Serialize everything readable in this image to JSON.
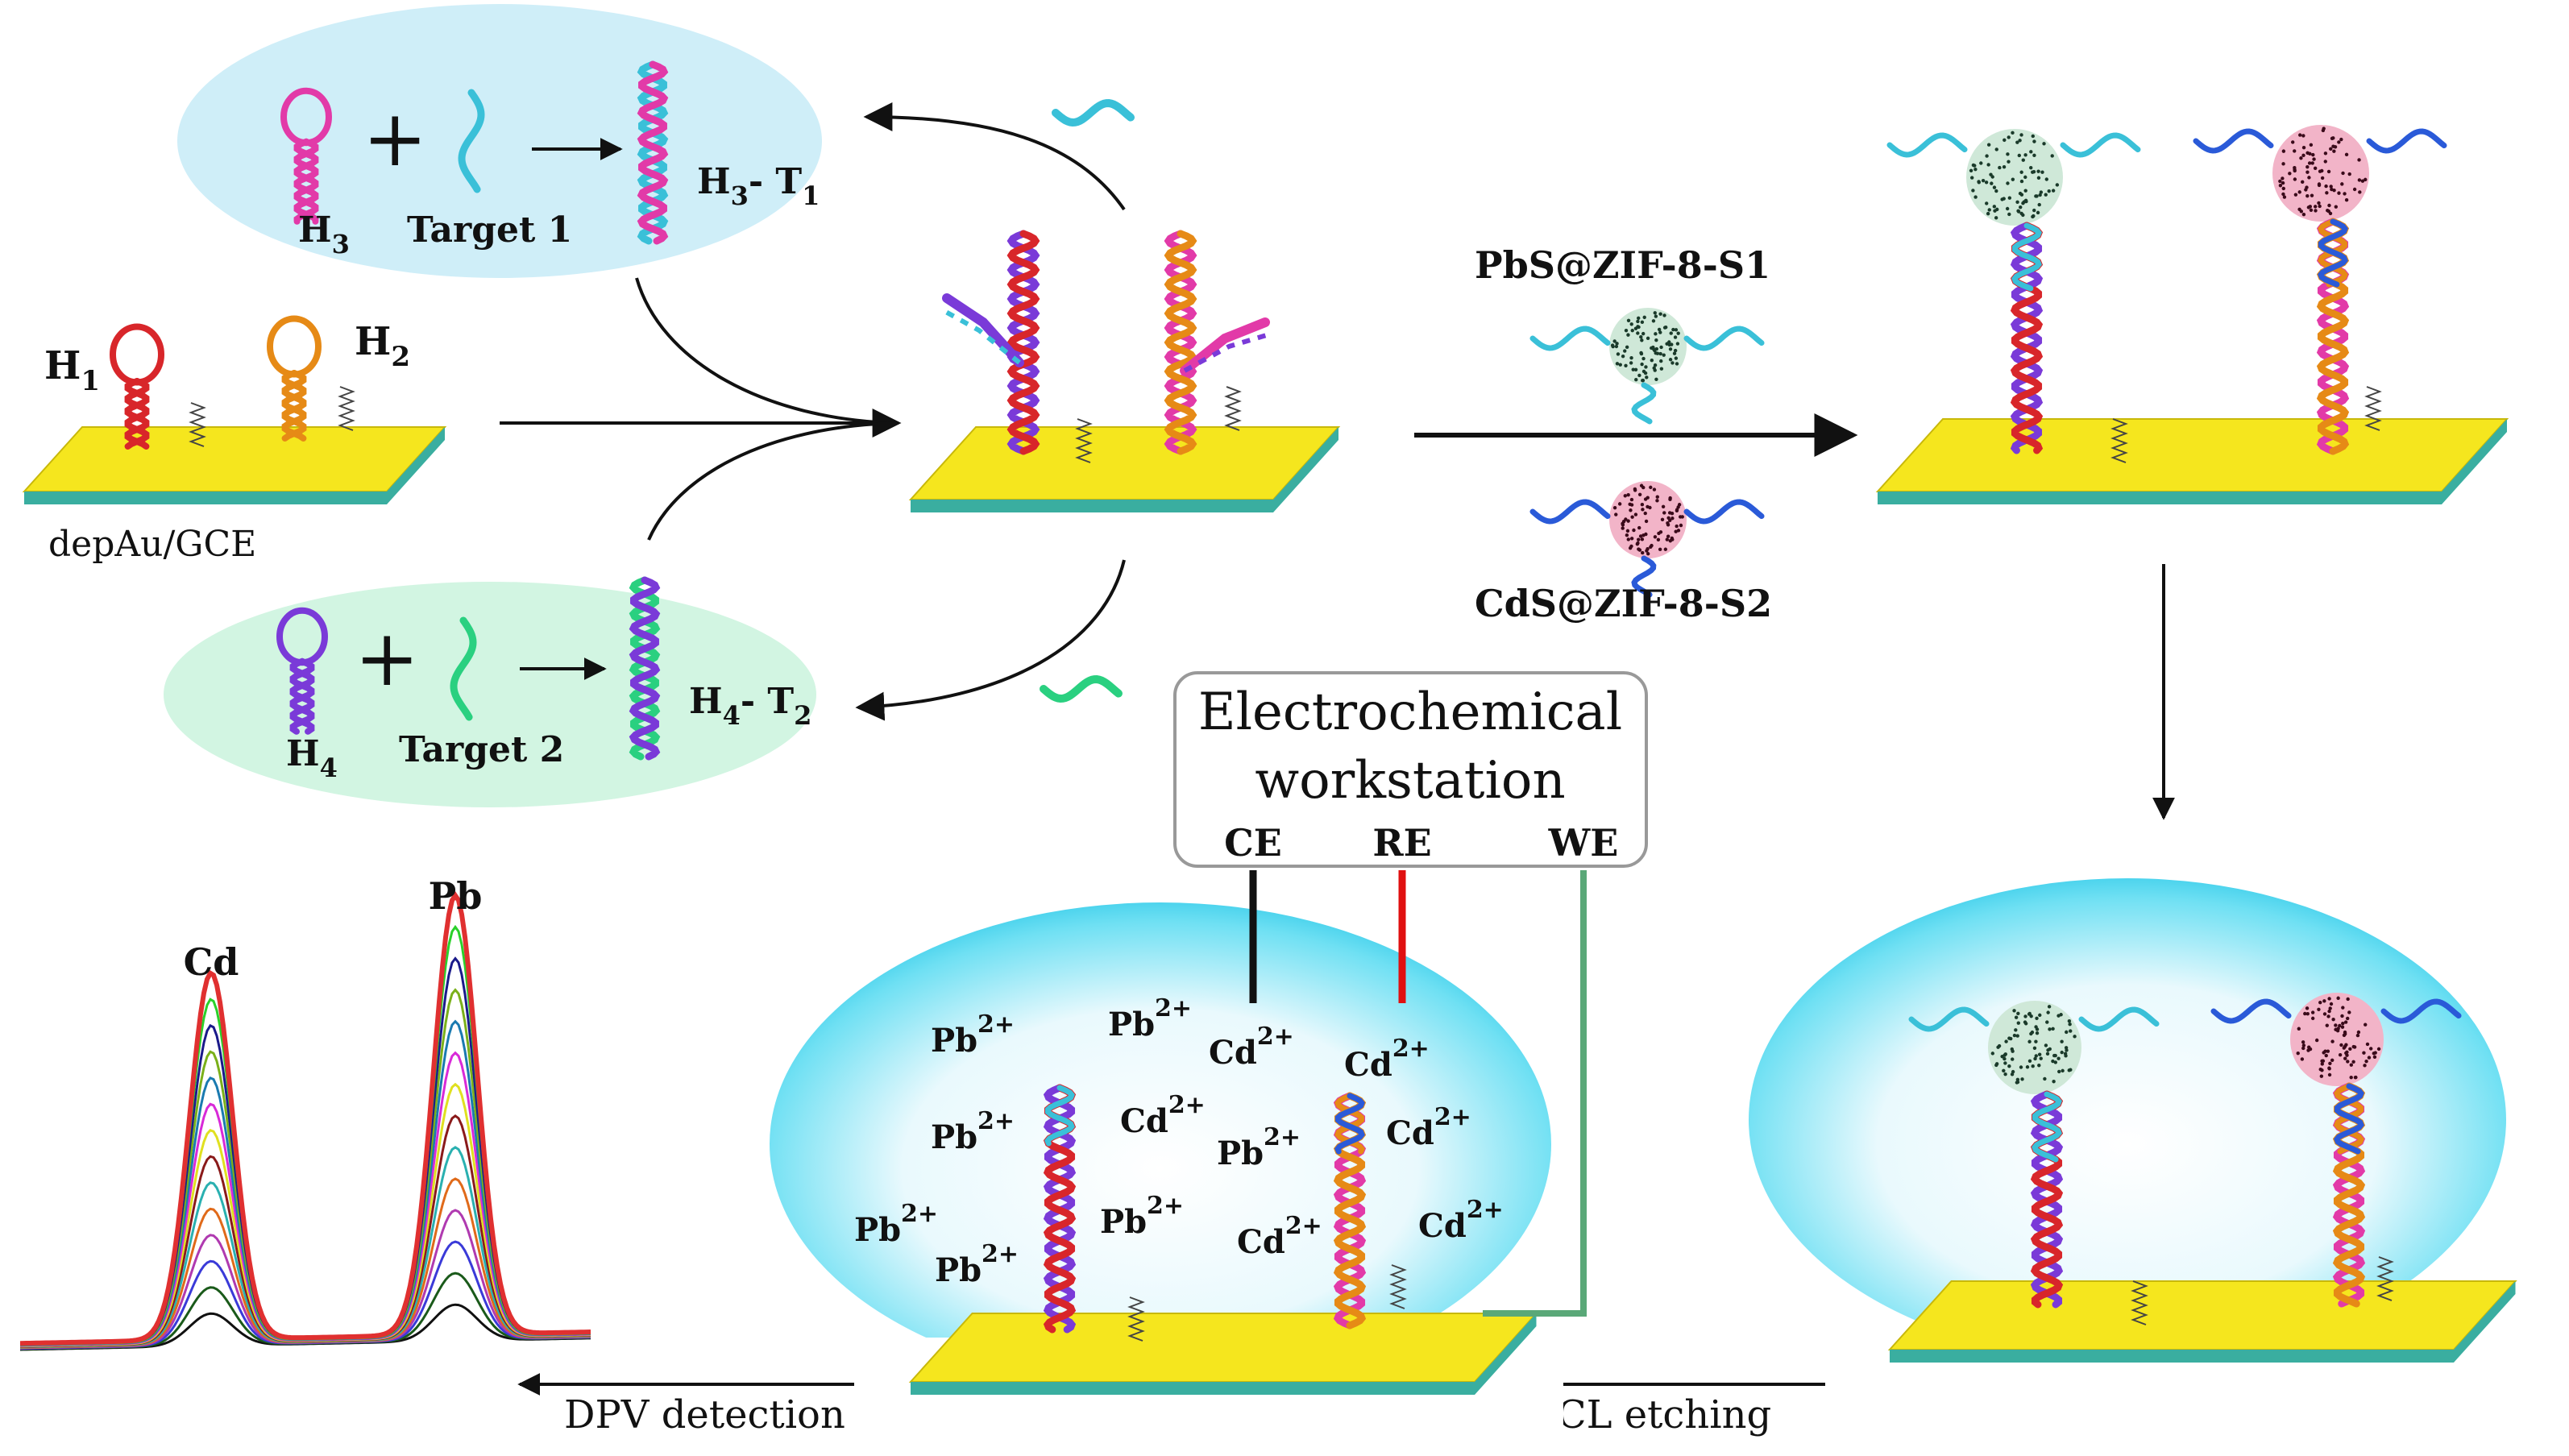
{
  "probes": {
    "h1": "H",
    "h1_sub": "1",
    "h2": "H",
    "h2_sub": "2",
    "h3": "H",
    "h3_sub": "3",
    "h4": "H",
    "h4_sub": "4",
    "target1": "Target 1",
    "target2": "Target 2",
    "plus": "+",
    "h3t1": "H",
    "h3t1_sub1": "3",
    "h3t1_mid": "- T",
    "h3t1_sub2": "1",
    "h4t2": "H",
    "h4t2_sub1": "4",
    "h4t2_mid": "- T",
    "h4t2_sub2": "2"
  },
  "electrode": "depAu/GCE",
  "nanoprobes": {
    "pbs": "PbS@ZIF-8-S1",
    "cds": "CdS@ZIF-8-S2"
  },
  "workstation": {
    "line1": "Electrochemical",
    "line2": "workstation",
    "ce": "CE",
    "re": "RE",
    "we": "WE"
  },
  "ions": {
    "pb": "Pb",
    "cd": "Cd",
    "charge": "2+"
  },
  "steps": {
    "dpv": "DPV detection",
    "hcl": "HCL etching"
  },
  "dpv_chart": {
    "peak_cd": "Cd",
    "peak_pb": "Pb",
    "curve_count": 14,
    "colors": {
      "cd_max": "#e03030",
      "pb_max": "#e03030"
    }
  },
  "colors": {
    "gold": "#f5e61e",
    "teal": "#3aaea0",
    "bubble_blue": "#cfeef8",
    "bubble_green": "#d2f5e2",
    "drop_cyan": "#3ad0ec",
    "red_strand": "#d8262a",
    "orange_strand": "#e68a16",
    "magenta_strand": "#e23aa8",
    "purple_strand": "#7a3ad8",
    "cyan_strand": "#3ac0d8",
    "blue_strand": "#2a5ad8",
    "green_strand": "#2ad080"
  }
}
